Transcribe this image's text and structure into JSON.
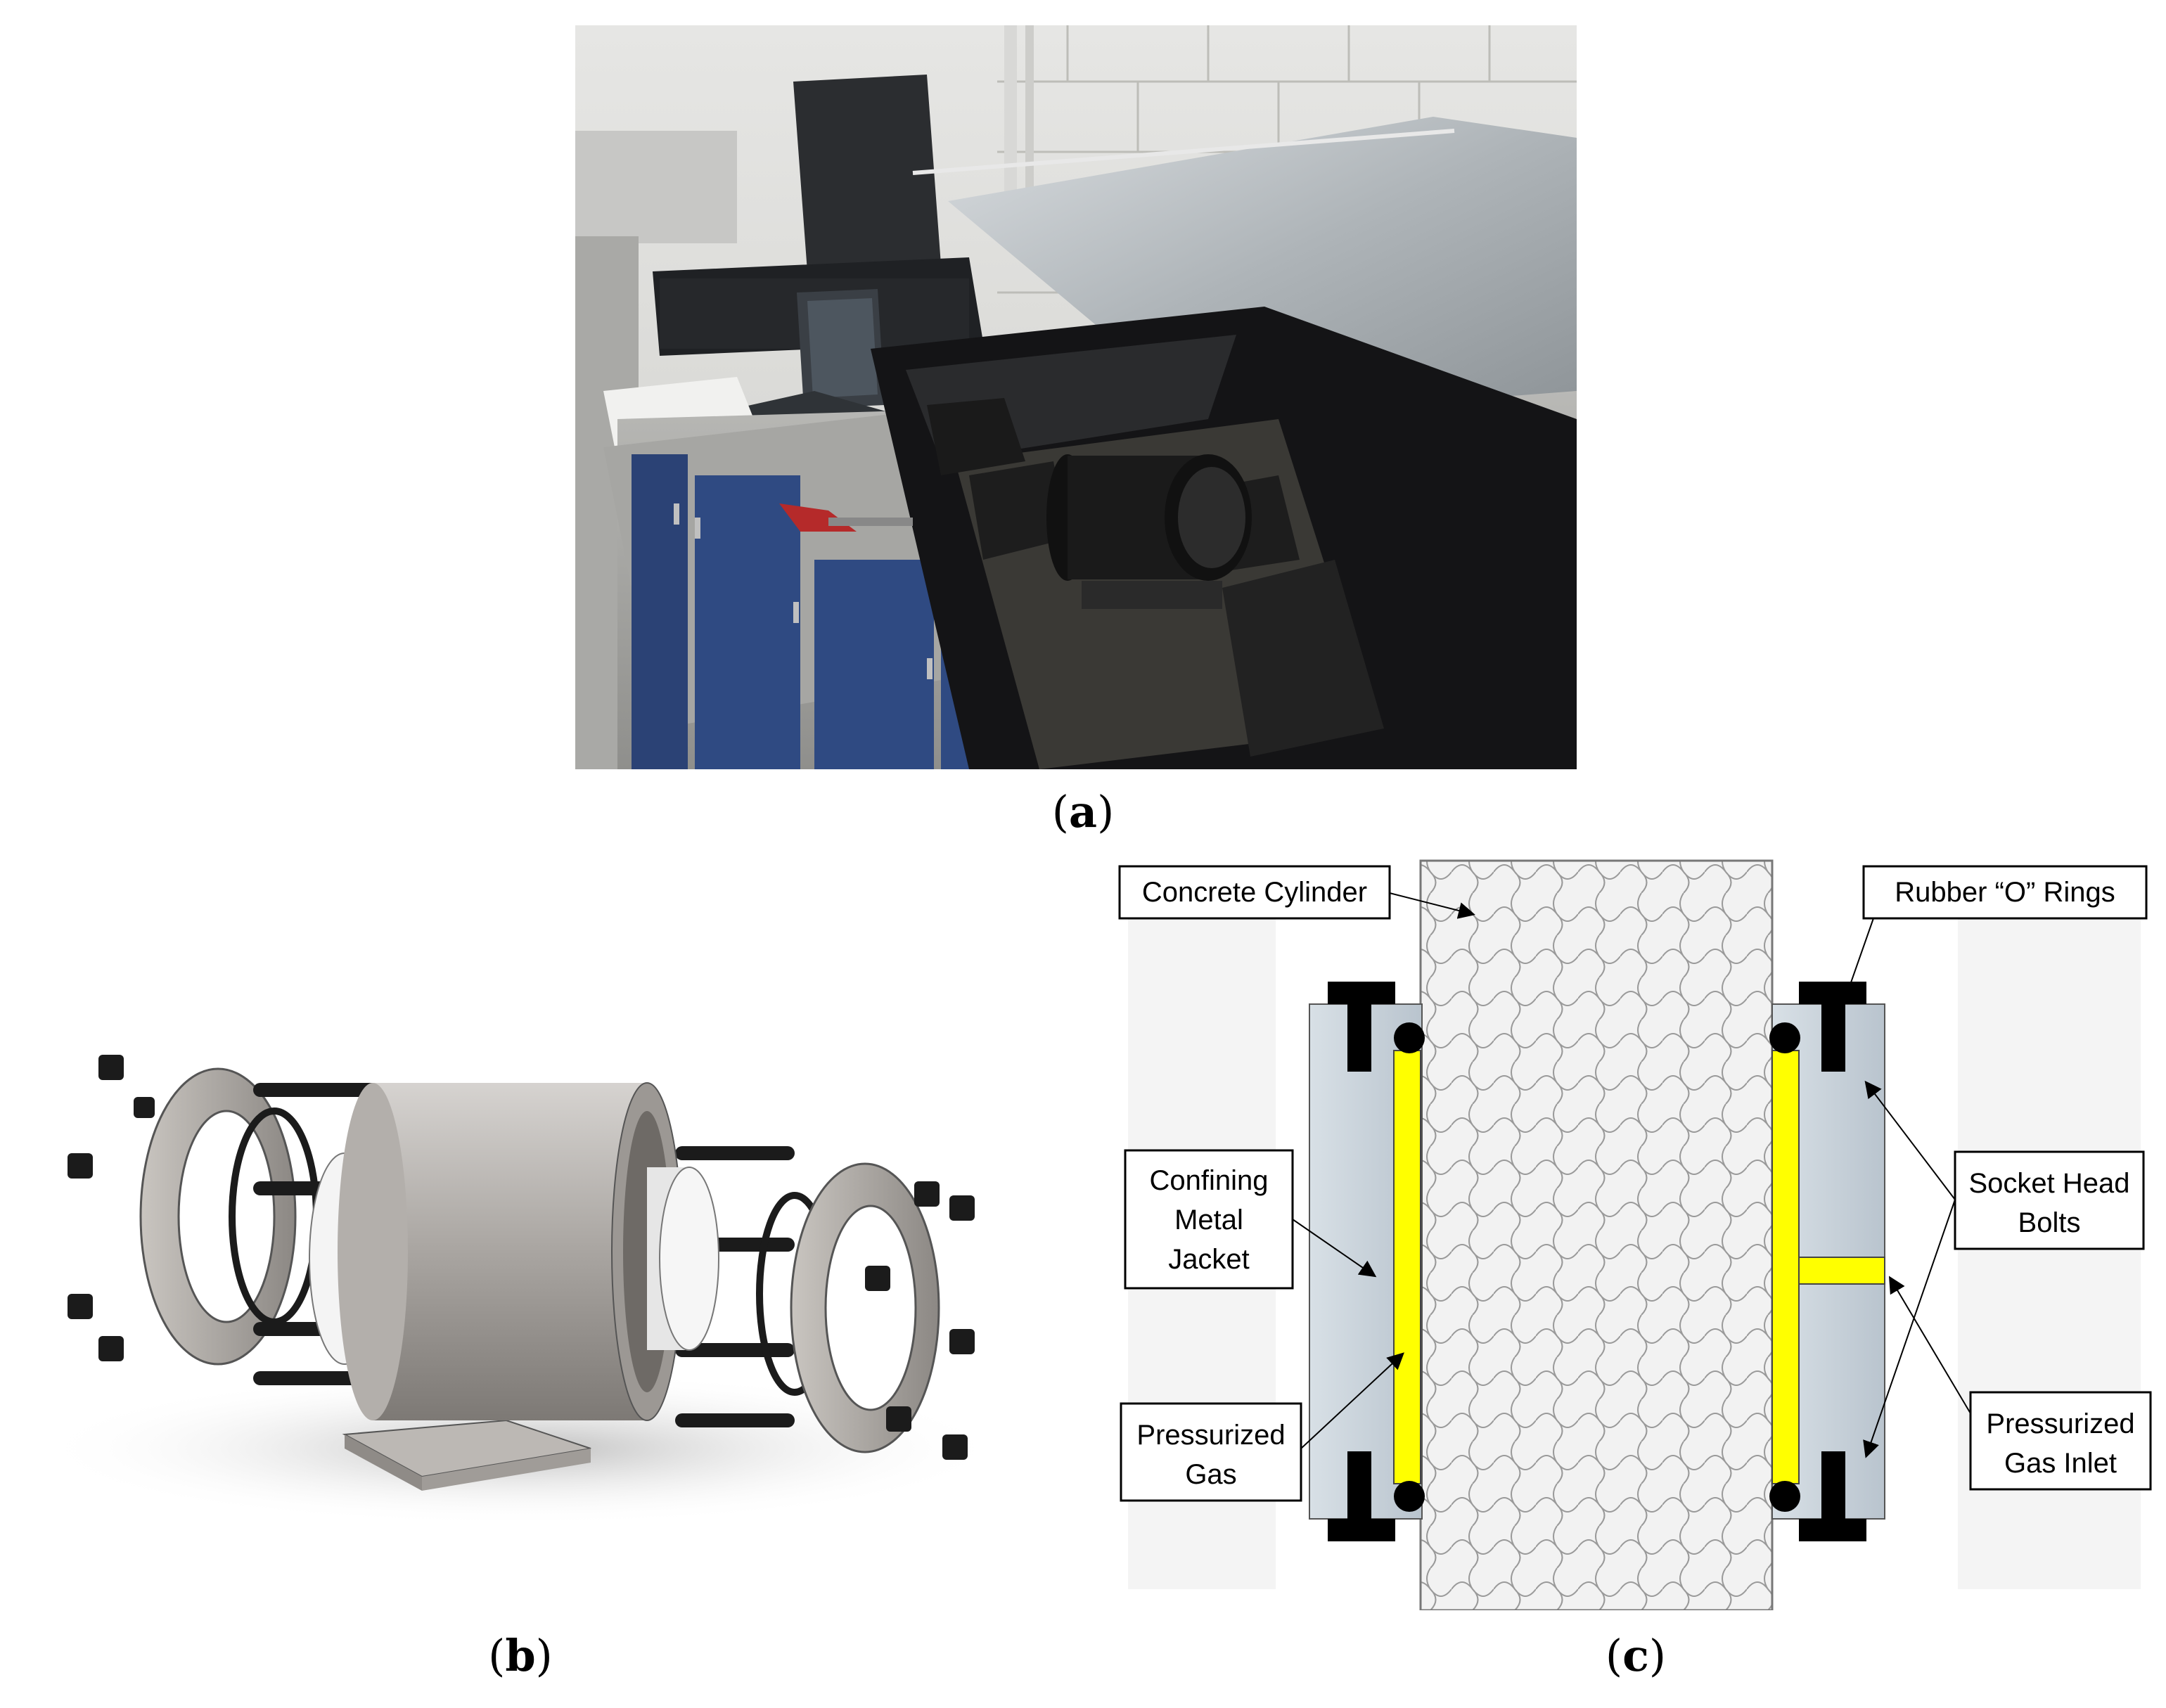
{
  "captions": {
    "a": "a",
    "b": "b",
    "c": "c"
  },
  "panel_c": {
    "labels": {
      "concrete_cylinder": "Concrete Cylinder",
      "rubber_o_rings": "Rubber “O” Rings",
      "confining_jacket": [
        "Confining",
        "Metal",
        "Jacket"
      ],
      "socket_head_bolts": [
        "Socket Head",
        "Bolts"
      ],
      "pressurized_gas": [
        "Pressurized",
        "Gas"
      ],
      "pressurized_gas_inlet": [
        "Pressurized",
        "Gas Inlet"
      ]
    },
    "colors": {
      "gas": "#ffff00",
      "jacket": "#c9d3dd",
      "bolt": "#000000",
      "concrete": "#f2f2f2"
    }
  },
  "icons": {
    "photo_a": "test-rig-photo",
    "drawing_b": "exploded-cell-drawing"
  }
}
